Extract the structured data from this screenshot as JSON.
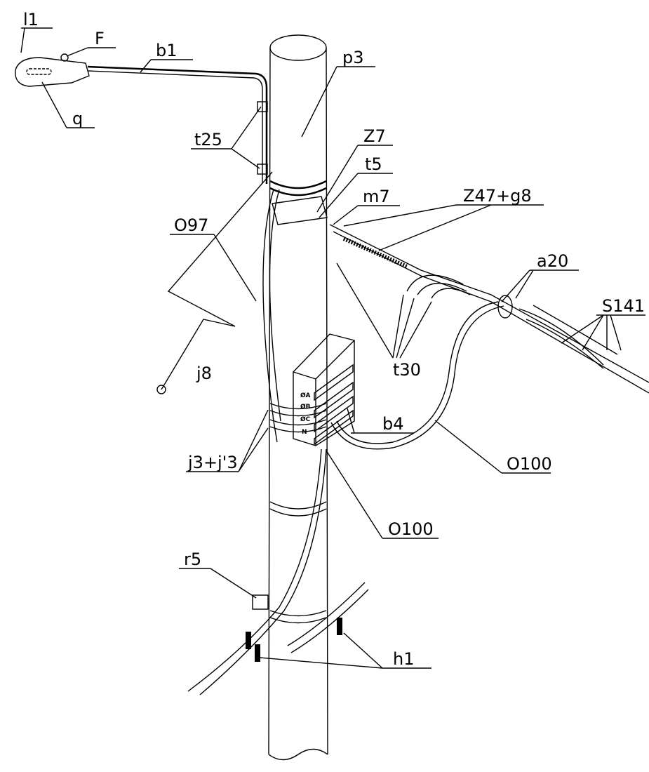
{
  "title": "Pole-mounted service connection drawing",
  "labels": {
    "l1": "l1",
    "F": "F",
    "b1": "b1",
    "q": "q",
    "p3": "p3",
    "t25": "t25",
    "Z7": "Z7",
    "t5": "t5",
    "m7": "m7",
    "Z47_g8": "Z47+g8",
    "O97": "O97",
    "a20": "a20",
    "S141": "S141",
    "j8": "j8",
    "t30": "t30",
    "b4": "b4",
    "j3_j3": "j3+j'3",
    "O100_right": "O100",
    "O100_lower": "O100",
    "r5": "r5",
    "h1": "h1"
  },
  "box_phases": [
    "ØA",
    "ØB",
    "ØC",
    "N"
  ]
}
